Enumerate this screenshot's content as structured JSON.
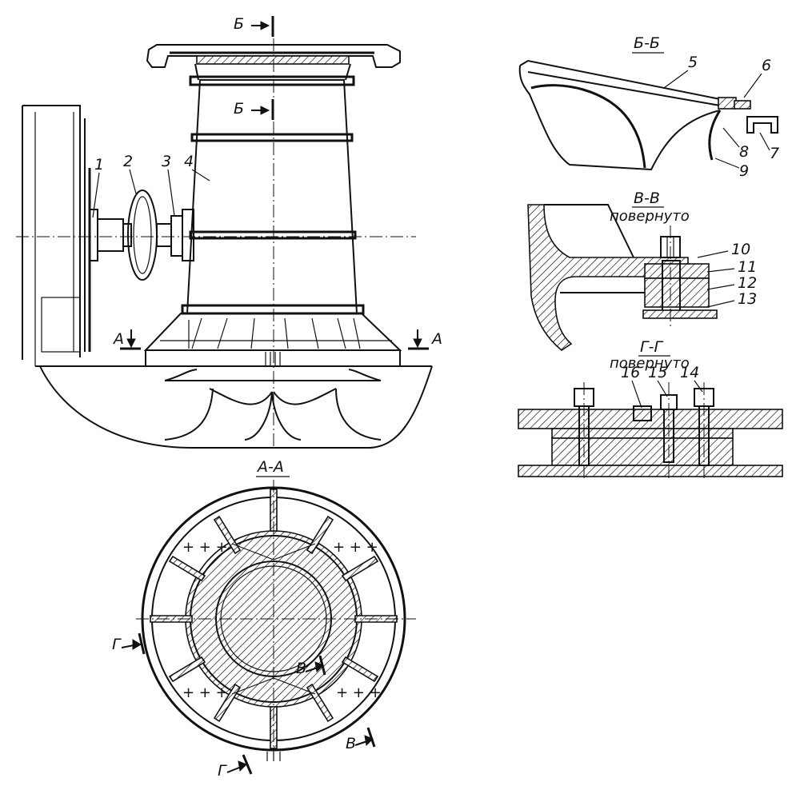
{
  "views": {
    "section_bb": {
      "title": "Б-Б"
    },
    "section_vv": {
      "title": "В-В",
      "note": "повернуто"
    },
    "section_gg": {
      "title": "Г-Г",
      "note": "повернуто"
    },
    "section_aa": {
      "title": "А-А"
    }
  },
  "cut_marks": {
    "b_top": "Б",
    "b_mid": "Б",
    "a_left": "А",
    "a_right": "А",
    "v_inner": "В",
    "v_outer": "В",
    "g_left": "Г",
    "g_bottom": "Г"
  },
  "callouts": {
    "c1": "1",
    "c2": "2",
    "c3": "3",
    "c4": "4",
    "c5": "5",
    "c6": "6",
    "c7": "7",
    "c8": "8",
    "c9": "9",
    "c10": "10",
    "c11": "11",
    "c12": "12",
    "c13": "13",
    "c14": "14",
    "c15": "15",
    "c16": "16"
  }
}
